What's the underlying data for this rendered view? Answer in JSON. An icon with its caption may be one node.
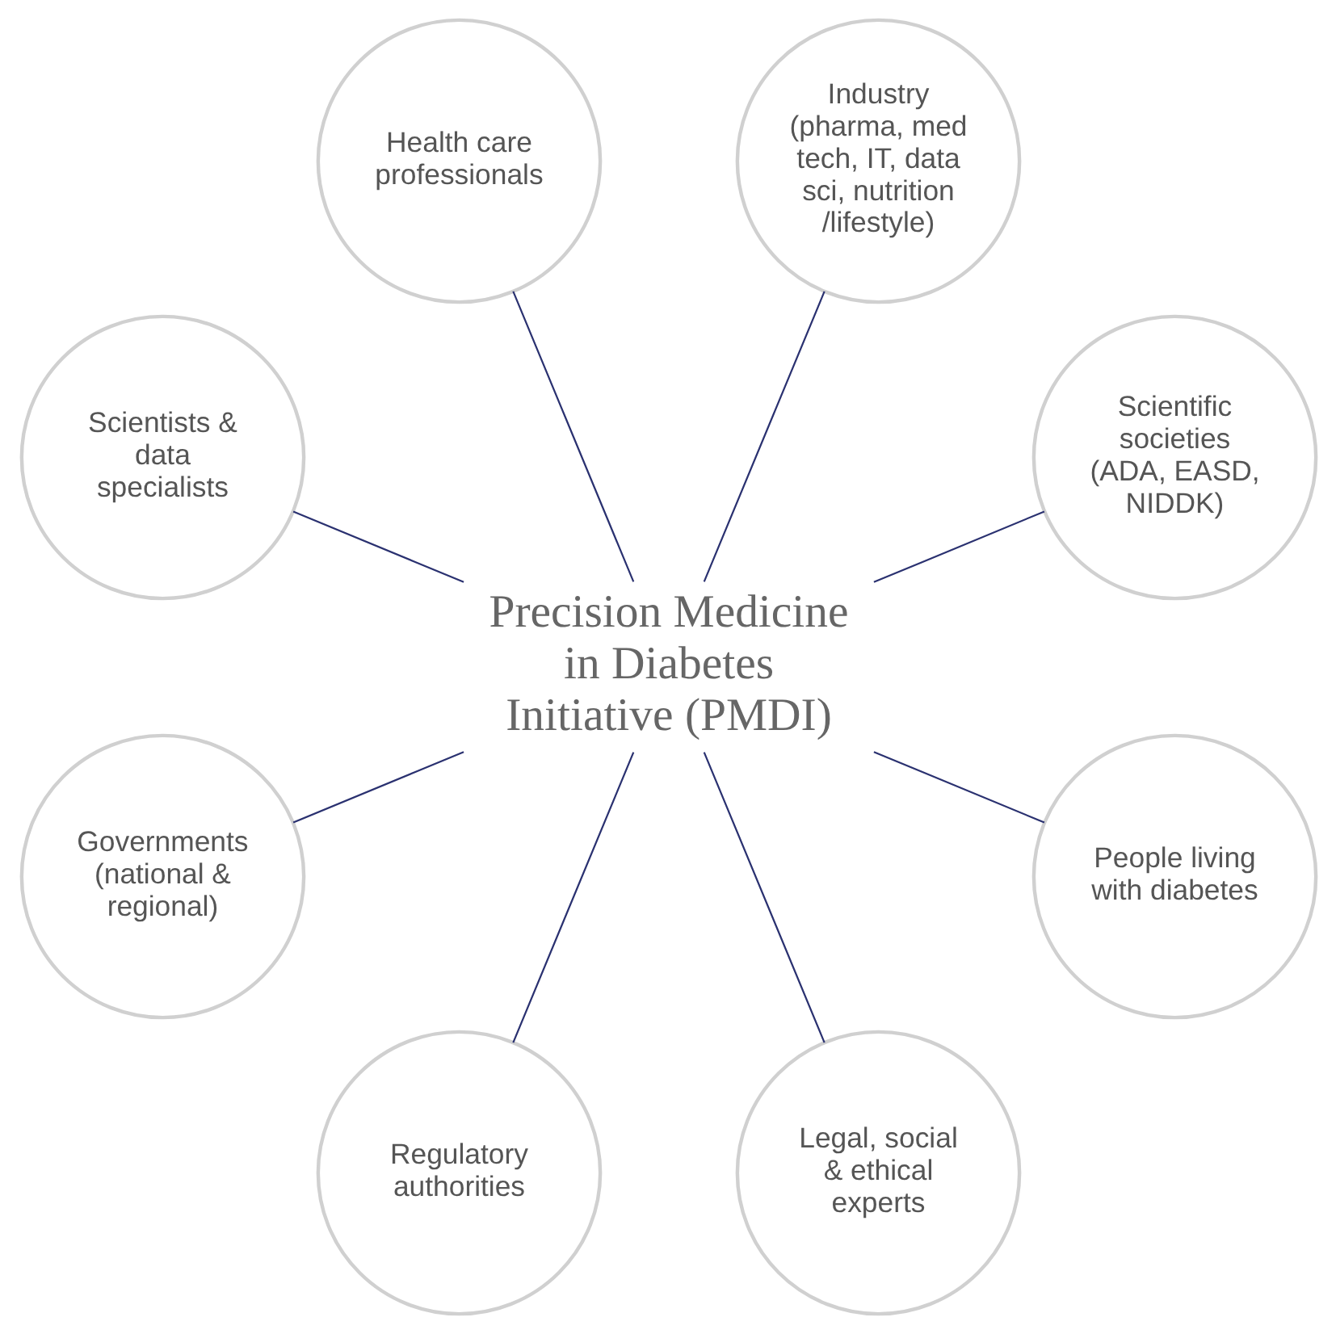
{
  "diagram": {
    "nodes": [
      {
        "text": [
          "Precision Medicine in Diabetes Initiative (PMDI)"
        ]
      },
      {
        "text": [
          "Scientific societies (ADA, EASD, NIDDK)"
        ]
      },
      {
        "text": [
          "Industry (pharma, med tech, IT, data sci, nutrition/lifestyle)"
        ]
      },
      {
        "text": [
          "Health care professionals"
        ]
      },
      {
        "text": [
          "Scientists & data specialists"
        ]
      },
      {
        "text": [
          "Governments (national & regional)"
        ]
      },
      {
        "text": [
          "Regulatory authorities"
        ]
      },
      {
        "text": [
          "Legal, social & ethical experts"
        ]
      },
      {
        "text": [
          "People living with diabetes"
        ]
      }
    ],
    "edges": [
      {
        "from": 0,
        "to": 1,
        "arrow": "none"
      },
      {
        "from": 0,
        "to": 2,
        "arrow": "none"
      },
      {
        "from": 0,
        "to": 3,
        "arrow": "none"
      },
      {
        "from": 0,
        "to": 4,
        "arrow": "none"
      },
      {
        "from": 0,
        "to": 5,
        "arrow": "none"
      },
      {
        "from": 0,
        "to": 6,
        "arrow": "none"
      },
      {
        "from": 0,
        "to": 7,
        "arrow": "none"
      },
      {
        "from": 0,
        "to": 8,
        "arrow": "none"
      }
    ]
  }
}
